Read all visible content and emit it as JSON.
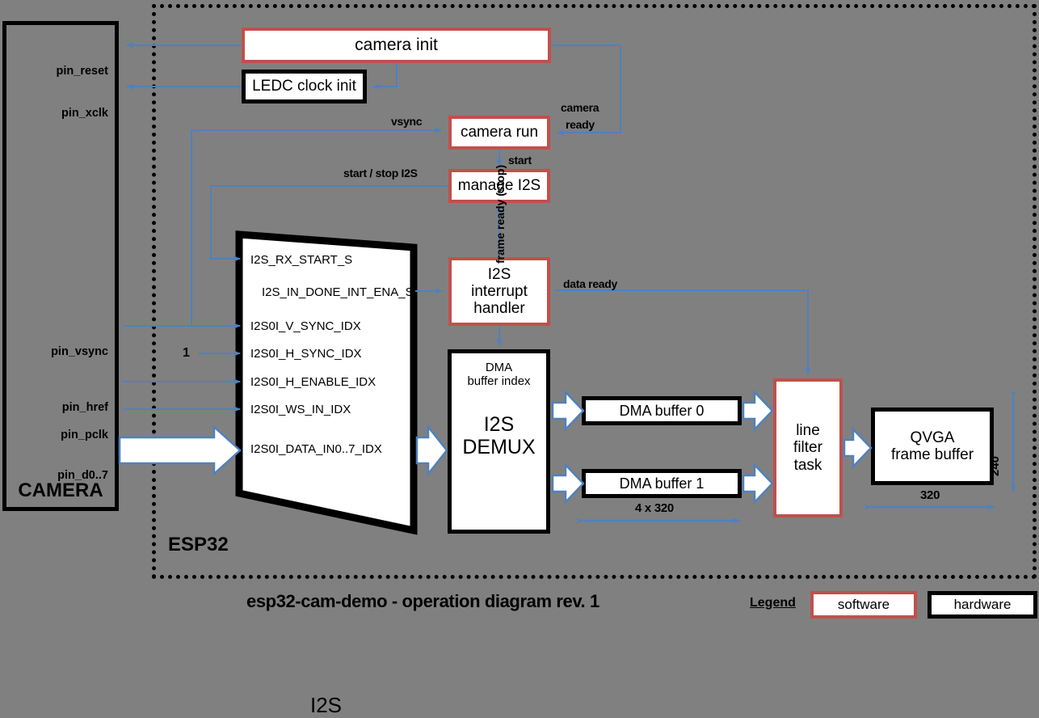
{
  "diagram": {
    "title": "esp32-cam-demo - operation diagram rev. 1",
    "background_color": "#808080",
    "software_color": "#C0504D",
    "hardware_color": "#000000",
    "connector_color": "#4F81BD"
  },
  "camera": {
    "title": "CAMERA",
    "pins": [
      {
        "name": "pin_reset"
      },
      {
        "name": "pin_xclk"
      },
      {
        "name": "pin_vsync"
      },
      {
        "name": "pin_href"
      },
      {
        "name": "pin_pclk"
      },
      {
        "name": "pin_d0..7"
      }
    ]
  },
  "esp32": {
    "label": "ESP32"
  },
  "software_blocks": {
    "camera_init": "camera init",
    "camera_run": "camera run",
    "manage_i2s": "manage I2S",
    "i2s_interrupt_handler": "I2S\ninterrupt\nhandler",
    "i2s_interrupt_handler_lines": [
      "I2S",
      "interrupt",
      "handler"
    ],
    "line_filter_task_lines": [
      "line",
      "filter",
      "task"
    ]
  },
  "hardware_blocks": {
    "ledc_clock_init": "LEDC clock init",
    "i2s": {
      "title": "I2S",
      "signals": [
        "I2S_RX_START_S",
        "I2S_IN_DONE_INT_ENA_S",
        "I2S0I_V_SYNC_IDX",
        "I2S0I_H_SYNC_IDX",
        "I2S0I_H_ENABLE_IDX",
        "I2S0I_WS_IN_IDX",
        "I2S0I_DATA_IN0..7_IDX"
      ]
    },
    "i2s_demux": {
      "top_lines": [
        "DMA",
        "buffer index"
      ],
      "title_lines": [
        "I2S",
        "DEMUX"
      ]
    },
    "dma_buffer_0": "DMA buffer 0",
    "dma_buffer_1": "DMA buffer 1",
    "qvga_frame_buffer_lines": [
      "QVGA",
      "frame buffer"
    ]
  },
  "connector_labels": {
    "vsync": "vsync",
    "start_stop_i2s": "start / stop I2S",
    "camera_ready_line1": "camera",
    "camera_ready_line2": "ready",
    "start": "start",
    "frame_ready_stop": "frame ready (stop)",
    "data_ready": "data ready",
    "one": "1"
  },
  "dimensions": {
    "dma_width": "4 x 320",
    "frame_width": "320",
    "frame_height": "240"
  },
  "legend": {
    "label": "Legend",
    "software": "software",
    "hardware": "hardware"
  }
}
